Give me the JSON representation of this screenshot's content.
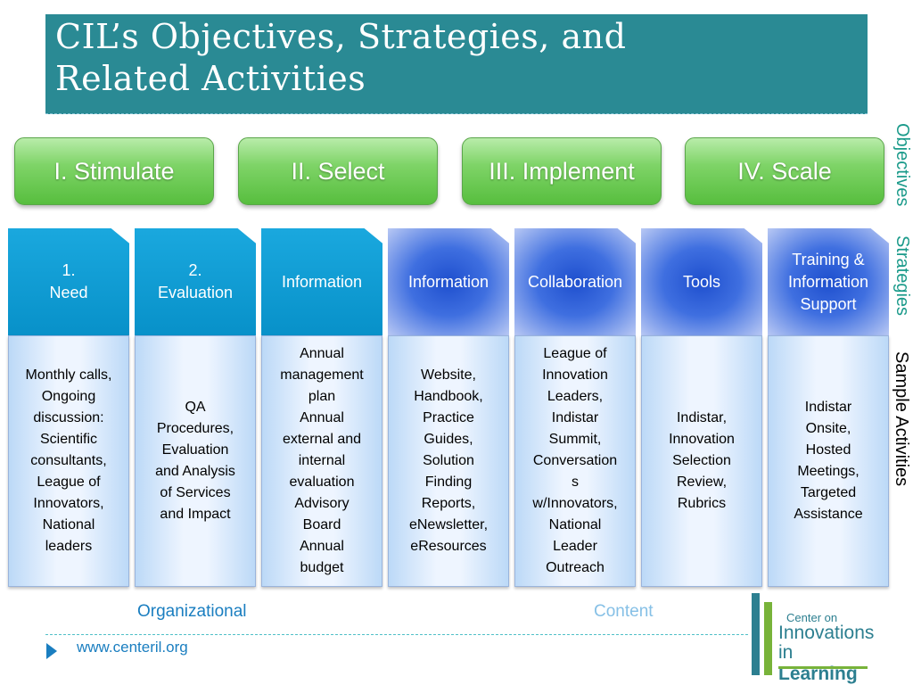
{
  "title": "CIL’s Objectives, Strategies, and\nRelated Activities",
  "objectives": [
    "I. Stimulate",
    "II. Select",
    "III. Implement",
    "IV. Scale"
  ],
  "side_labels": {
    "objectives": "Objectives",
    "strategies": "Strategies",
    "activities": "Sample Activities"
  },
  "strategies": [
    "1.\nNeed",
    "2.\nEvaluation",
    "Information",
    "Information",
    "Collaboration",
    "Tools",
    "Training &\nInformation\nSupport"
  ],
  "activities": [
    "Monthly calls,\nOngoing\ndiscussion:\nScientific\nconsultants,\nLeague of\nInnovators,\nNational\nleaders",
    "QA\nProcedures,\nEvaluation\nand Analysis\nof Services\nand Impact",
    "Annual\nmanagement\nplan\nAnnual\nexternal and\ninternal\nevaluation\nAdvisory\nBoard\nAnnual\nbudget",
    "Website,\nHandbook,\nPractice\nGuides,\nSolution\nFinding\nReports,\neNewsletter,\neResources",
    "League of\nInnovation\nLeaders,\nIndistar\nSummit,\nConversation\ns\nw/Innovators,\nNational\nLeader\nOutreach",
    "Indistar,\nInnovation\nSelection\nReview,\nRubrics",
    "Indistar\nOnsite,\nHosted\nMeetings,\nTargeted\nAssistance"
  ],
  "footer": {
    "organizational": "Organizational",
    "content": "Content",
    "url": "www.centeril.org"
  },
  "logo": {
    "line1": "Center on",
    "line2": "Innovations",
    "line3_a": "in ",
    "line3_b": "Learning"
  },
  "colors": {
    "title_bg": "#2a8a94",
    "objective_green": "#57be3e",
    "strategy_teal": "#0891c9",
    "strategy_blue": "#1e4fce",
    "side_label_teal": "#1a9a8a"
  }
}
